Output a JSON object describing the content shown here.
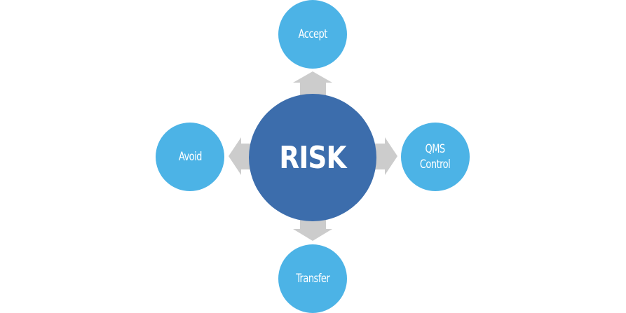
{
  "diagram": {
    "center": {
      "label": "RISK",
      "color": "#3c6dac"
    },
    "satellite_color": "#4cb3e6",
    "arrow_color": "#cccccc",
    "nodes": {
      "top": {
        "label": "Accept"
      },
      "left": {
        "label": "Avoid"
      },
      "right": {
        "line1": "QMS",
        "line2": "Control"
      },
      "bottom": {
        "label": "Transfer"
      }
    }
  }
}
